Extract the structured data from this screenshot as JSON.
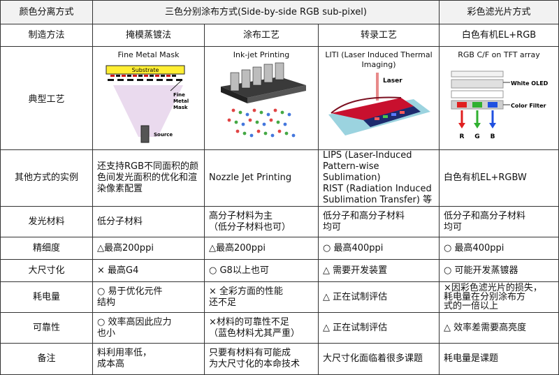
{
  "header": {
    "c1": "颜色分离方式",
    "c2": "三色分别涂布方式(Side-by-side RGB sub-pixel)",
    "c3": "彩色滤光片方式"
  },
  "method_row": {
    "label": "制造方法",
    "c1": "掩模蒸镀法",
    "c2": "涂布工艺",
    "c3": "转录工艺",
    "c4": "白色有机EL+RGB"
  },
  "process_row": {
    "label": "典型工艺",
    "c1_caption": "Fine Metal Mask",
    "c1_img": {
      "substrate": "Substrate",
      "mask": "Fine Metal Mask",
      "source": "Source"
    },
    "c2_caption": "Ink-jet Printing",
    "c3_caption": "LITI (Laser Induced Thermal Imaging)",
    "c3_img": {
      "laser": "Laser"
    },
    "c4_caption": "RGB C/F on TFT array",
    "c4_img": {
      "white_oled": "White OLED",
      "color_filter": "Color Filter",
      "r": "R",
      "g": "G",
      "b": "B"
    }
  },
  "other_row": {
    "label": "其他方式的实例",
    "c1": "还支持RGB不同面积的颜色间发光面积的优化和渲染像素配置",
    "c2": "Nozzle Jet Printing",
    "c3": "LIPS (Laser-Induced\n  Pattern-wise Sublimation)\nRIST (Radiation Induced\n  Sublimation Transfer) 等",
    "c4": "白色有机EL+RGBW"
  },
  "rows": [
    {
      "label": "发光材料",
      "cells": [
        "低分子材料",
        "高分子材料为主\n（低分子材料也可）",
        "低分子和高分子材料\n均可",
        "低分子和高分子材料\n均可"
      ]
    },
    {
      "label": "精细度",
      "cells": [
        "△最高200ppi",
        "△最高200ppi",
        "○ 最高400ppi",
        "○ 最高400ppi"
      ]
    },
    {
      "label": "大尺寸化",
      "cells": [
        "×  最高G4",
        "○  G8以上也可",
        "△  需要开发装置",
        "○  可能开发蒸镀器"
      ]
    },
    {
      "label": "耗电量",
      "cells": [
        "○  易于优化元件\n    结构",
        "×  全彩方面的性能\n    还不足",
        "△  正在试制评估",
        "×因彩色滤光片的损失，\n  耗电量在分别涂布方\n  式的一倍以上"
      ]
    },
    {
      "label": "可靠性",
      "cells": [
        "○  效率高因此应力\n    也小",
        "×材料的可靠性不足\n  （蓝色材料尤其严重）",
        "△  正在试制评估",
        "△ 效率差需要高亮度"
      ]
    },
    {
      "label": "备注",
      "cells": [
        "料利用率低，\n成本高",
        "只要有材料有可能成\n为大尺寸化的本命技术",
        "大尺寸化面临着很多课题",
        "耗电量是课题"
      ]
    }
  ]
}
